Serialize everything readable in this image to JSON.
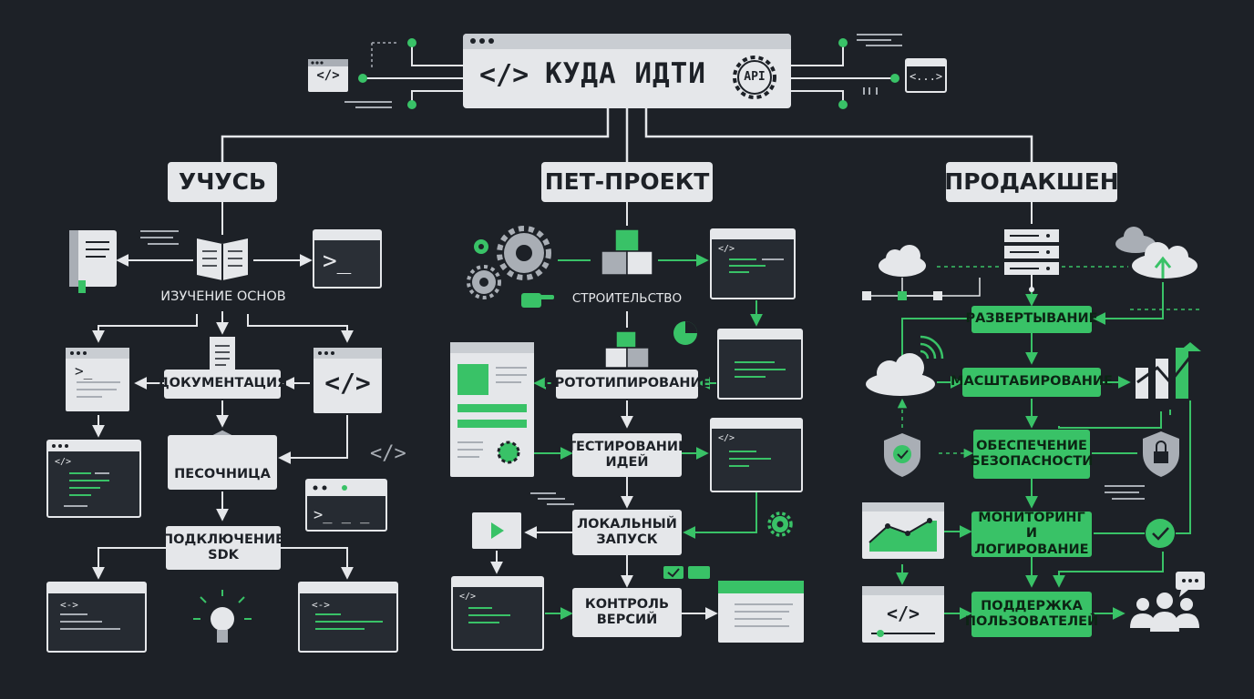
{
  "title": {
    "text": "КУДА  ИДТИ",
    "code_glyph": "</>",
    "badge": "API"
  },
  "sections": {
    "learning": "УЧУСЬ",
    "pet": "ПЕТ-ПРОЕКТ",
    "prod": "ПРОДАКШЕН"
  },
  "learning": {
    "basics": "ИЗУЧЕНИЕ ОСНОВ",
    "docs": "ДОКУМЕНТАЦИЯ",
    "sandbox": "ПЕСОЧНИЦА",
    "sdk": "ПОДКЛЮЧЕНИЕ\nSDK",
    "prompt_glyph": ">_",
    "code_glyph": "</>",
    "prompt_short": ">_ _ _"
  },
  "pet": {
    "building": "СТРОИТЕЛЬСТВО",
    "prototyping": "ПРОТОТИПИРОВАНИЕ",
    "testing": "ТЕСТИРОВАНИЕ\nИДЕЙ",
    "local": "ЛОКАЛЬНЫЙ\nЗАПУСК",
    "vcs": "КОНТРОЛЬ\nВЕРСИЙ"
  },
  "prod": {
    "deploy": "РАЗВЕРТЫВАНИЕ",
    "scale": "МАСШТАБИРОВАНИЕ",
    "security": "ОБЕСПЕЧЕНИЕ\nБЕЗОПАСНОСТИ",
    "monitoring": "МОНИТОРИНГ\nИ ЛОГИРОВАНИЕ",
    "support": "ПОДДЕРЖКА\nПОЛЬЗОВАТЕЛЕЙ"
  },
  "decor": {
    "left_win_glyph": "</>",
    "right_win_glyph": "<...>",
    "html_tag": "<->"
  },
  "colors": {
    "background": "#1d2127",
    "box_gray": "#e5e7ea",
    "accent_green": "#39c267",
    "line": "#e5e7ea",
    "icon_gray": "#a9aeb5"
  }
}
